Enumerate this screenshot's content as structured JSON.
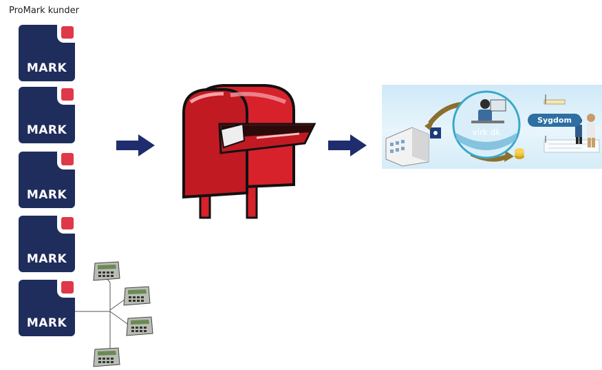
{
  "header": {
    "title": "ProMark kunder"
  },
  "customers": {
    "logo_text": "MARK",
    "count": 5,
    "brand_color": "#1f2d5c",
    "accent_color": "#e0384a"
  },
  "terminals": {
    "count": 4
  },
  "mailbox": {
    "color": "#d7212b"
  },
  "portal": {
    "badge_label": "Sygdom",
    "logo_text": "virk dk"
  }
}
